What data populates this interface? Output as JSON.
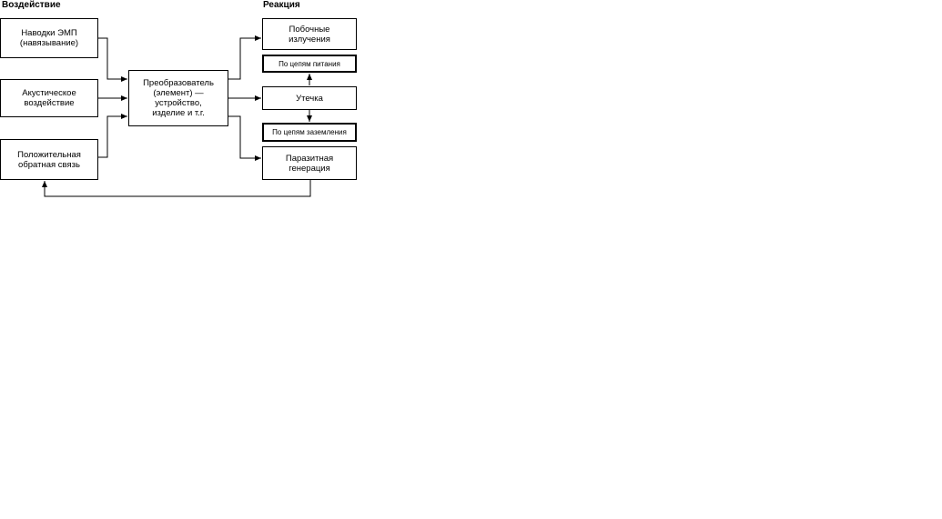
{
  "headers": {
    "left": "Воздействие",
    "right": "Реакция"
  },
  "inputs": {
    "emi": "Наводки ЭМП\n(навязывание)",
    "acoustic": "Акустическое\nвоздействие",
    "feedback": "Положительная\nобратная связь"
  },
  "converter": "Преобразователь\n(элемент) —\nустройство,\nизделие и т.г.",
  "outputs": {
    "emission": "Побочные\nизлучения",
    "power": "По цепям питания",
    "leak": "Утечка",
    "ground": "По цепям заземления",
    "generation": "Паразитная\nгенерация"
  }
}
